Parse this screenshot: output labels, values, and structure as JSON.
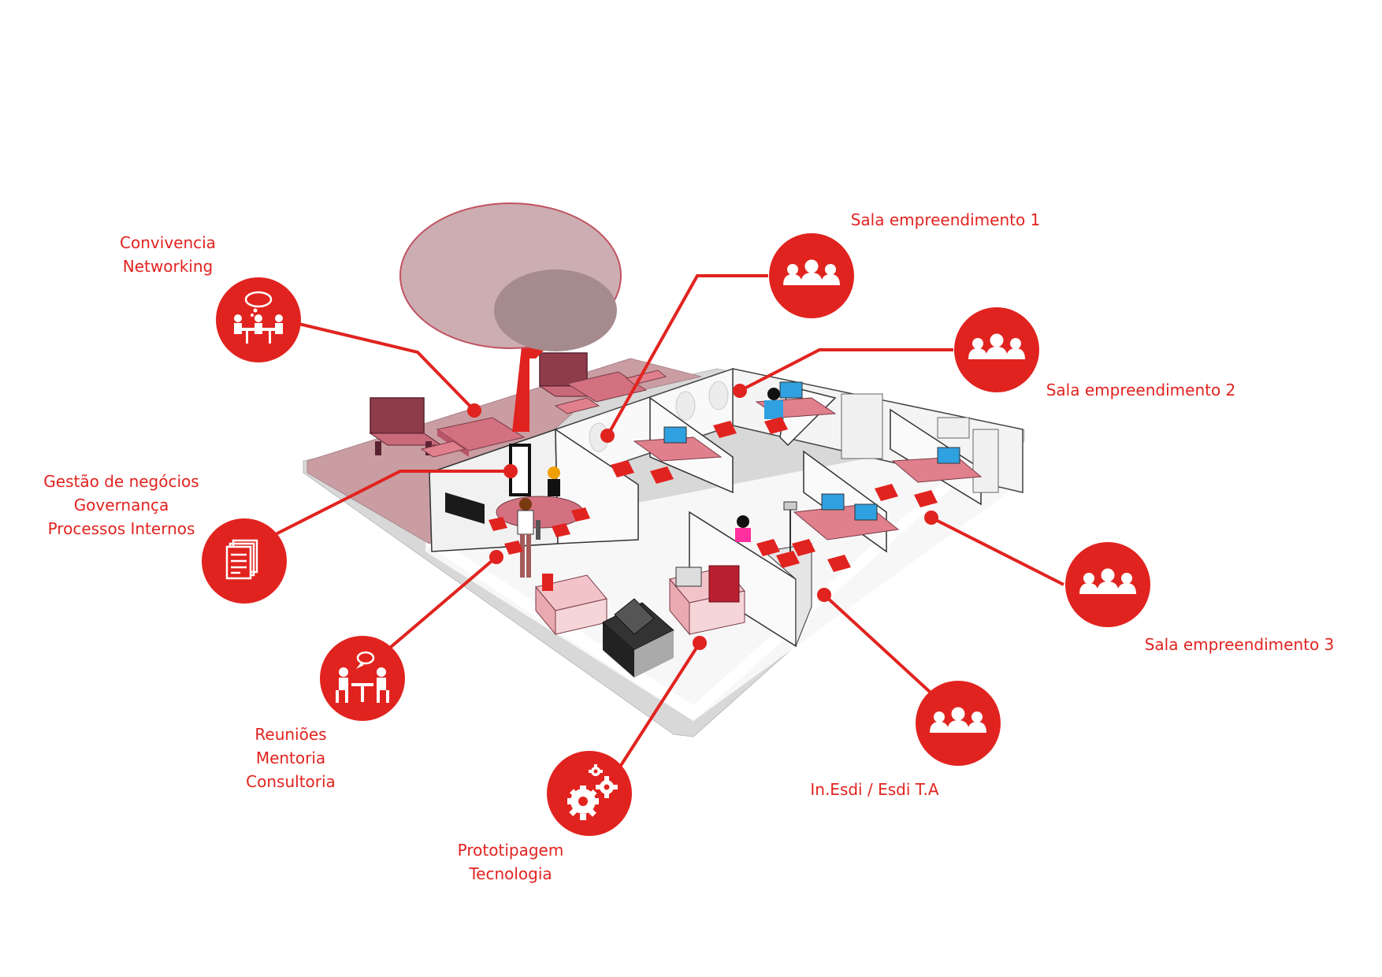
{
  "colors": {
    "accent": "#e1231f",
    "floor_pink": "#c99da2",
    "furniture": "#e0808c",
    "wall": "#f2f2f2",
    "outline": "#444444",
    "tree_canopy": "#ccadb2",
    "tree_canopy_dark": "#a58b8d"
  },
  "labels": {
    "convivencia": [
      "Convivencia",
      "Networking"
    ],
    "sala1": [
      "Sala empreendimento 1"
    ],
    "sala2": [
      "Sala empreendimento 2"
    ],
    "gestao": [
      "Gestão de negócios",
      "Governança",
      "Processos Internos"
    ],
    "sala3": [
      "Sala empreendimento 3"
    ],
    "reunioes": [
      "Reuniões",
      "Mentoria",
      "Consultoria"
    ],
    "inesdi": [
      "In.Esdi / Esdi T.A"
    ],
    "prototipagem": [
      "Prototipagem",
      "Tecnologia"
    ]
  },
  "icons": {
    "convivencia": "networking-table-icon",
    "sala1": "group-people-icon",
    "sala2": "group-people-icon",
    "gestao": "documents-stack-icon",
    "sala3": "group-people-icon",
    "reunioes": "meeting-conversation-icon",
    "inesdi": "group-people-icon",
    "prototipagem": "gears-icon"
  }
}
